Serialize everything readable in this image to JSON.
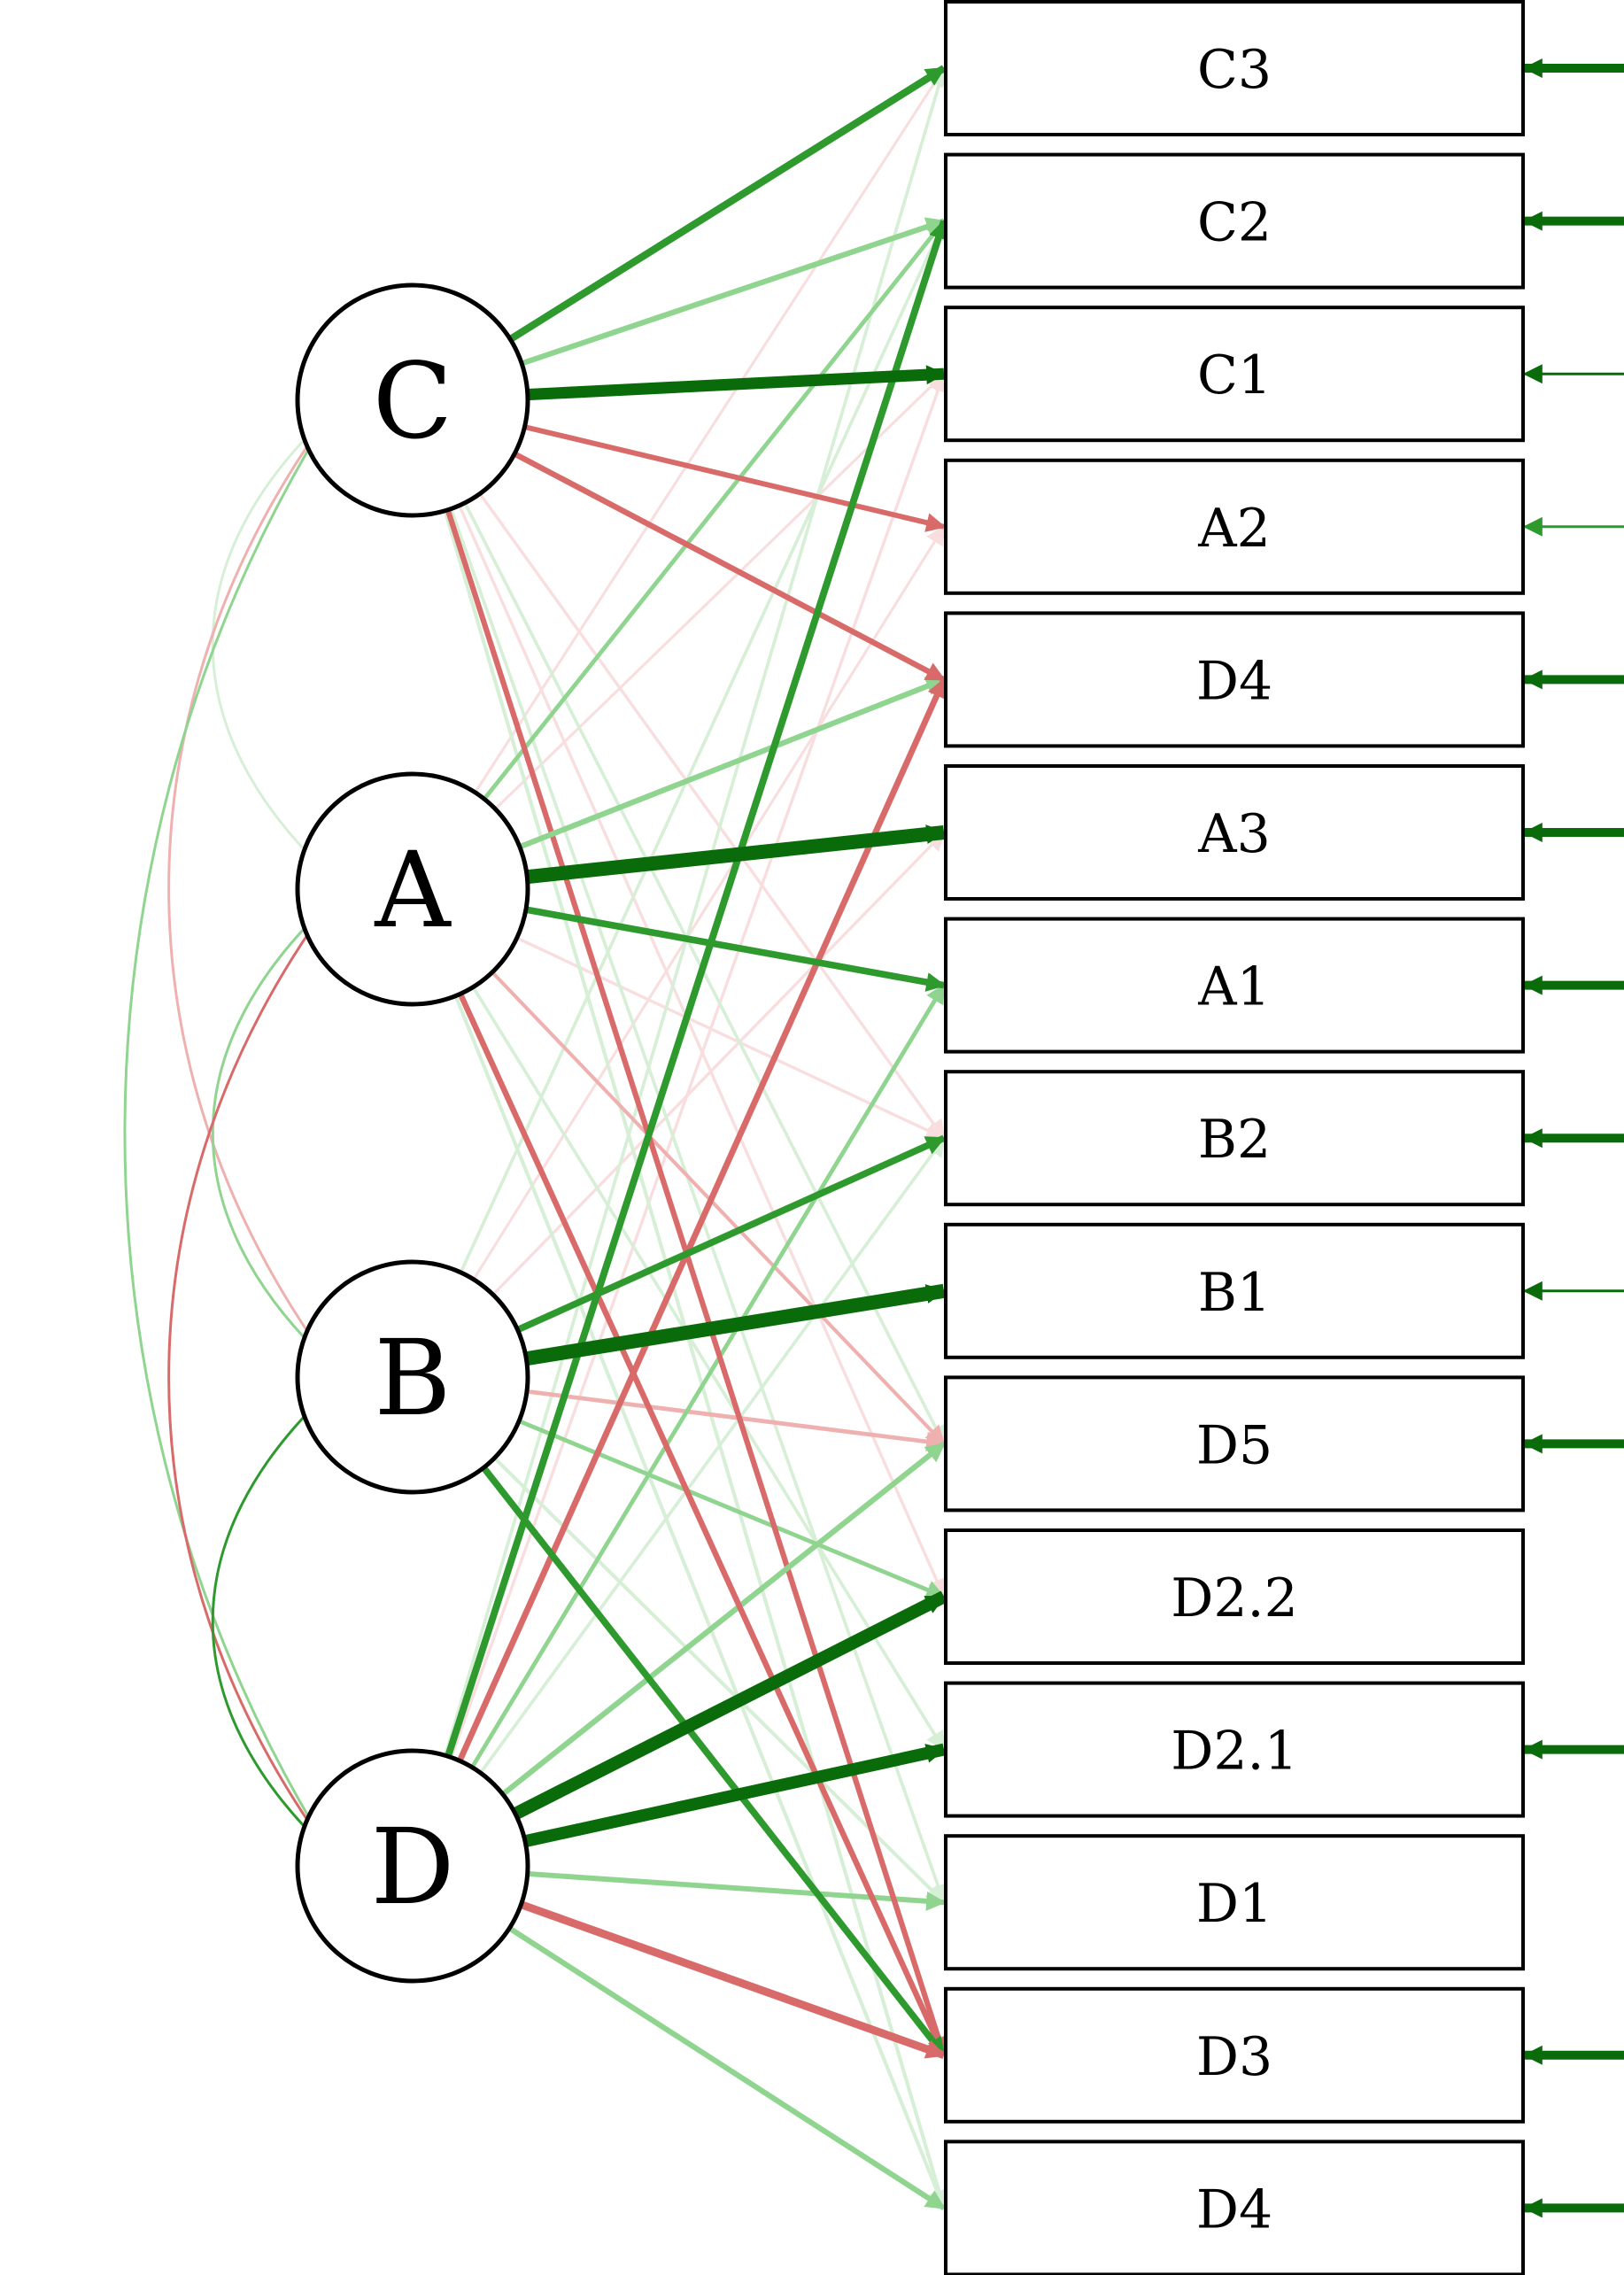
{
  "latents": [
    {
      "id": "C",
      "label": "C"
    },
    {
      "id": "A",
      "label": "A"
    },
    {
      "id": "B",
      "label": "B"
    },
    {
      "id": "D",
      "label": "D"
    }
  ],
  "indicators": [
    {
      "label": "C3",
      "residual": "strong"
    },
    {
      "label": "C2",
      "residual": "strong"
    },
    {
      "label": "C1",
      "residual": "thin"
    },
    {
      "label": "A2",
      "residual": "light"
    },
    {
      "label": "D4",
      "residual": "strong"
    },
    {
      "label": "A3",
      "residual": "strong"
    },
    {
      "label": "A1",
      "residual": "strong"
    },
    {
      "label": "B2",
      "residual": "strong"
    },
    {
      "label": "B1",
      "residual": "thin"
    },
    {
      "label": "D5",
      "residual": "strong"
    },
    {
      "label": "D2.2",
      "residual": "none"
    },
    {
      "label": "D2.1",
      "residual": "strong"
    },
    {
      "label": "D1",
      "residual": "none"
    },
    {
      "label": "D3",
      "residual": "strong"
    },
    {
      "label": "D4",
      "residual": "strong"
    }
  ],
  "colors": {
    "positive_strong": "#0a6b0a",
    "positive_medium": "#2e9a2e",
    "positive_light": "#8fd48f",
    "positive_faint": "#d6efd6",
    "negative_medium": "#d86a6a",
    "negative_light": "#efb0b0",
    "negative_faint": "#f8dede"
  },
  "paths": [
    {
      "from": "C",
      "to": 0,
      "strength": 0.45,
      "sign": "+"
    },
    {
      "from": "C",
      "to": 1,
      "strength": 0.3,
      "sign": "+"
    },
    {
      "from": "C",
      "to": 2,
      "strength": 0.8,
      "sign": "+"
    },
    {
      "from": "C",
      "to": 3,
      "strength": 0.28,
      "sign": "-"
    },
    {
      "from": "C",
      "to": 4,
      "strength": 0.32,
      "sign": "-"
    },
    {
      "from": "C",
      "to": 7,
      "strength": 0.1,
      "sign": "-"
    },
    {
      "from": "C",
      "to": 9,
      "strength": 0.12,
      "sign": "+"
    },
    {
      "from": "C",
      "to": 10,
      "strength": 0.1,
      "sign": "-"
    },
    {
      "from": "C",
      "to": 12,
      "strength": 0.12,
      "sign": "+"
    },
    {
      "from": "C",
      "to": 13,
      "strength": 0.3,
      "sign": "-"
    },
    {
      "from": "C",
      "to": 14,
      "strength": 0.15,
      "sign": "+"
    },
    {
      "from": "A",
      "to": 0,
      "strength": 0.08,
      "sign": "-"
    },
    {
      "from": "A",
      "to": 1,
      "strength": 0.2,
      "sign": "+"
    },
    {
      "from": "A",
      "to": 2,
      "strength": 0.08,
      "sign": "-"
    },
    {
      "from": "A",
      "to": 4,
      "strength": 0.3,
      "sign": "+"
    },
    {
      "from": "A",
      "to": 5,
      "strength": 1.0,
      "sign": "+"
    },
    {
      "from": "A",
      "to": 6,
      "strength": 0.4,
      "sign": "+"
    },
    {
      "from": "A",
      "to": 7,
      "strength": 0.1,
      "sign": "-"
    },
    {
      "from": "A",
      "to": 9,
      "strength": 0.15,
      "sign": "-"
    },
    {
      "from": "A",
      "to": 11,
      "strength": 0.12,
      "sign": "+"
    },
    {
      "from": "A",
      "to": 13,
      "strength": 0.32,
      "sign": "-"
    },
    {
      "from": "A",
      "to": 14,
      "strength": 0.15,
      "sign": "+"
    },
    {
      "from": "B",
      "to": 1,
      "strength": 0.12,
      "sign": "+"
    },
    {
      "from": "B",
      "to": 3,
      "strength": 0.08,
      "sign": "-"
    },
    {
      "from": "B",
      "to": 5,
      "strength": 0.1,
      "sign": "-"
    },
    {
      "from": "B",
      "to": 7,
      "strength": 0.4,
      "sign": "+"
    },
    {
      "from": "B",
      "to": 8,
      "strength": 1.0,
      "sign": "+"
    },
    {
      "from": "B",
      "to": 9,
      "strength": 0.2,
      "sign": "-"
    },
    {
      "from": "B",
      "to": 10,
      "strength": 0.2,
      "sign": "+"
    },
    {
      "from": "B",
      "to": 12,
      "strength": 0.15,
      "sign": "+"
    },
    {
      "from": "B",
      "to": 13,
      "strength": 0.4,
      "sign": "+"
    },
    {
      "from": "D",
      "to": 0,
      "strength": 0.12,
      "sign": "+"
    },
    {
      "from": "D",
      "to": 1,
      "strength": 0.42,
      "sign": "+"
    },
    {
      "from": "D",
      "to": 2,
      "strength": 0.1,
      "sign": "-"
    },
    {
      "from": "D",
      "to": 4,
      "strength": 0.35,
      "sign": "-"
    },
    {
      "from": "D",
      "to": 6,
      "strength": 0.2,
      "sign": "+"
    },
    {
      "from": "D",
      "to": 7,
      "strength": 0.12,
      "sign": "+"
    },
    {
      "from": "D",
      "to": 9,
      "strength": 0.3,
      "sign": "+"
    },
    {
      "from": "D",
      "to": 10,
      "strength": 0.9,
      "sign": "+"
    },
    {
      "from": "D",
      "to": 11,
      "strength": 0.85,
      "sign": "+"
    },
    {
      "from": "D",
      "to": 12,
      "strength": 0.28,
      "sign": "+"
    },
    {
      "from": "D",
      "to": 13,
      "strength": 0.5,
      "sign": "-"
    },
    {
      "from": "D",
      "to": 14,
      "strength": 0.3,
      "sign": "+"
    }
  ],
  "correlations": [
    {
      "from": "C",
      "to": "A",
      "strength": 0.15,
      "sign": "+"
    },
    {
      "from": "C",
      "to": "B",
      "strength": 0.25,
      "sign": "-"
    },
    {
      "from": "C",
      "to": "D",
      "strength": 0.2,
      "sign": "+"
    },
    {
      "from": "A",
      "to": "B",
      "strength": 0.2,
      "sign": "+"
    },
    {
      "from": "A",
      "to": "D",
      "strength": 0.3,
      "sign": "-"
    },
    {
      "from": "B",
      "to": "D",
      "strength": 0.45,
      "sign": "+"
    }
  ]
}
